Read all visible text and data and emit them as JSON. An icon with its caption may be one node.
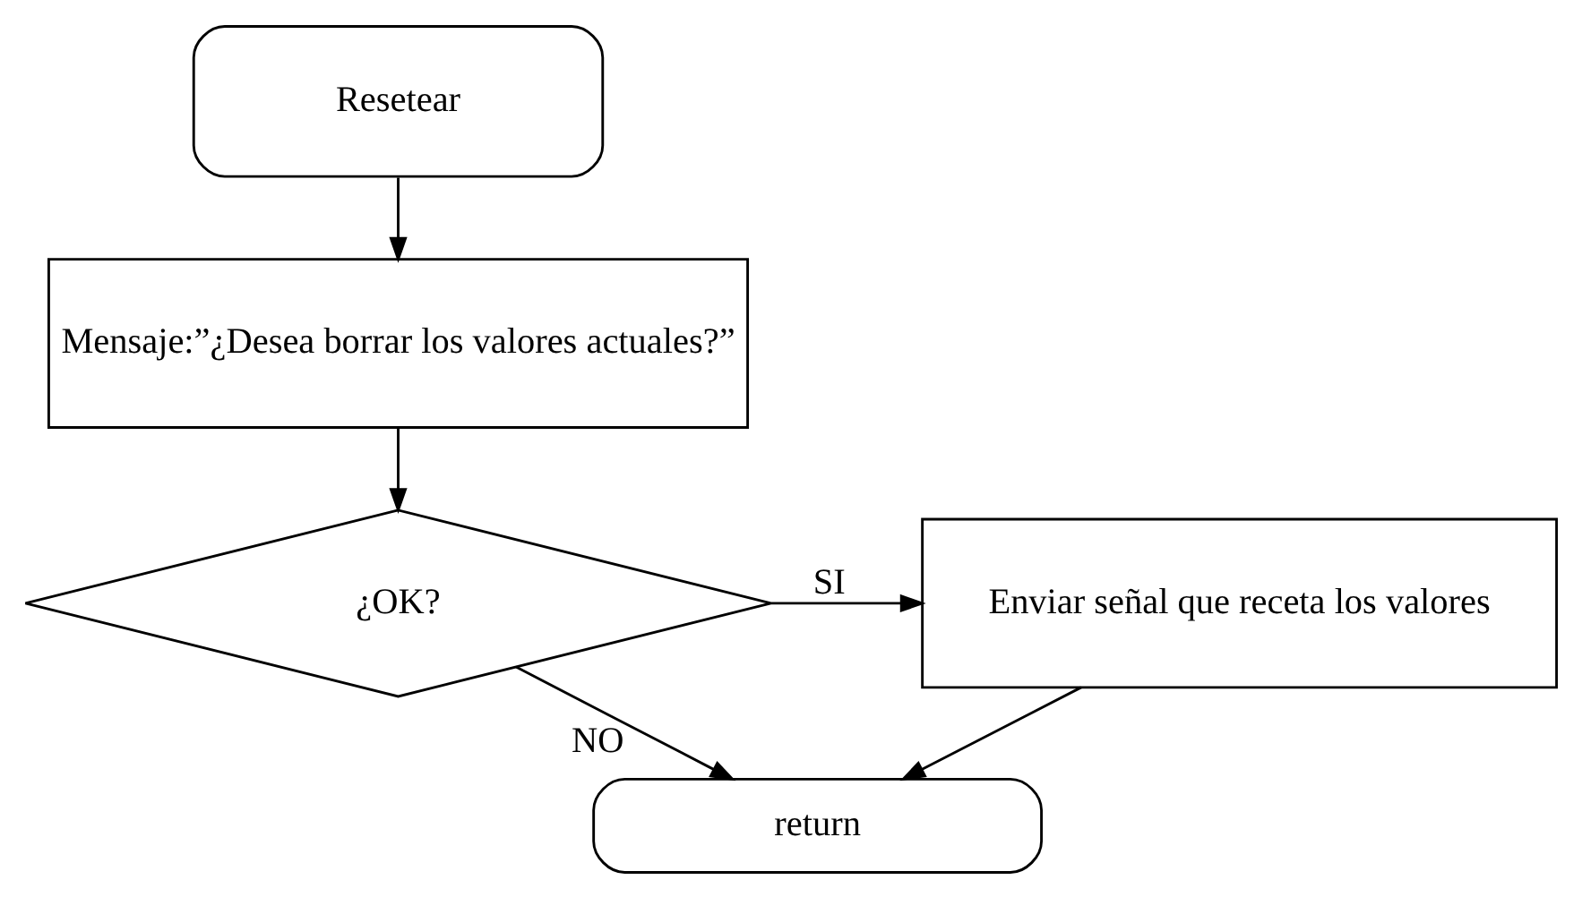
{
  "diagram": {
    "nodes": [
      {
        "text": [
          "Resetear"
        ]
      },
      {
        "text": [
          "Mensaje:”¿Desea borrar los valores actuales?”"
        ]
      },
      {
        "text": [
          "¿OK?"
        ]
      },
      {
        "text": [
          "Enviar señal que receta los valores"
        ]
      },
      {
        "text": [
          "return"
        ]
      }
    ],
    "edges": [
      {
        "from": 0,
        "to": 1,
        "arrow": "to"
      },
      {
        "from": 1,
        "to": 2,
        "arrow": "to"
      },
      {
        "from": 2,
        "to": 3,
        "arrow": "to",
        "label": "SI"
      },
      {
        "from": 2,
        "to": 4,
        "arrow": "to",
        "label": "NO"
      },
      {
        "from": 3,
        "to": 4,
        "arrow": "to"
      }
    ]
  }
}
